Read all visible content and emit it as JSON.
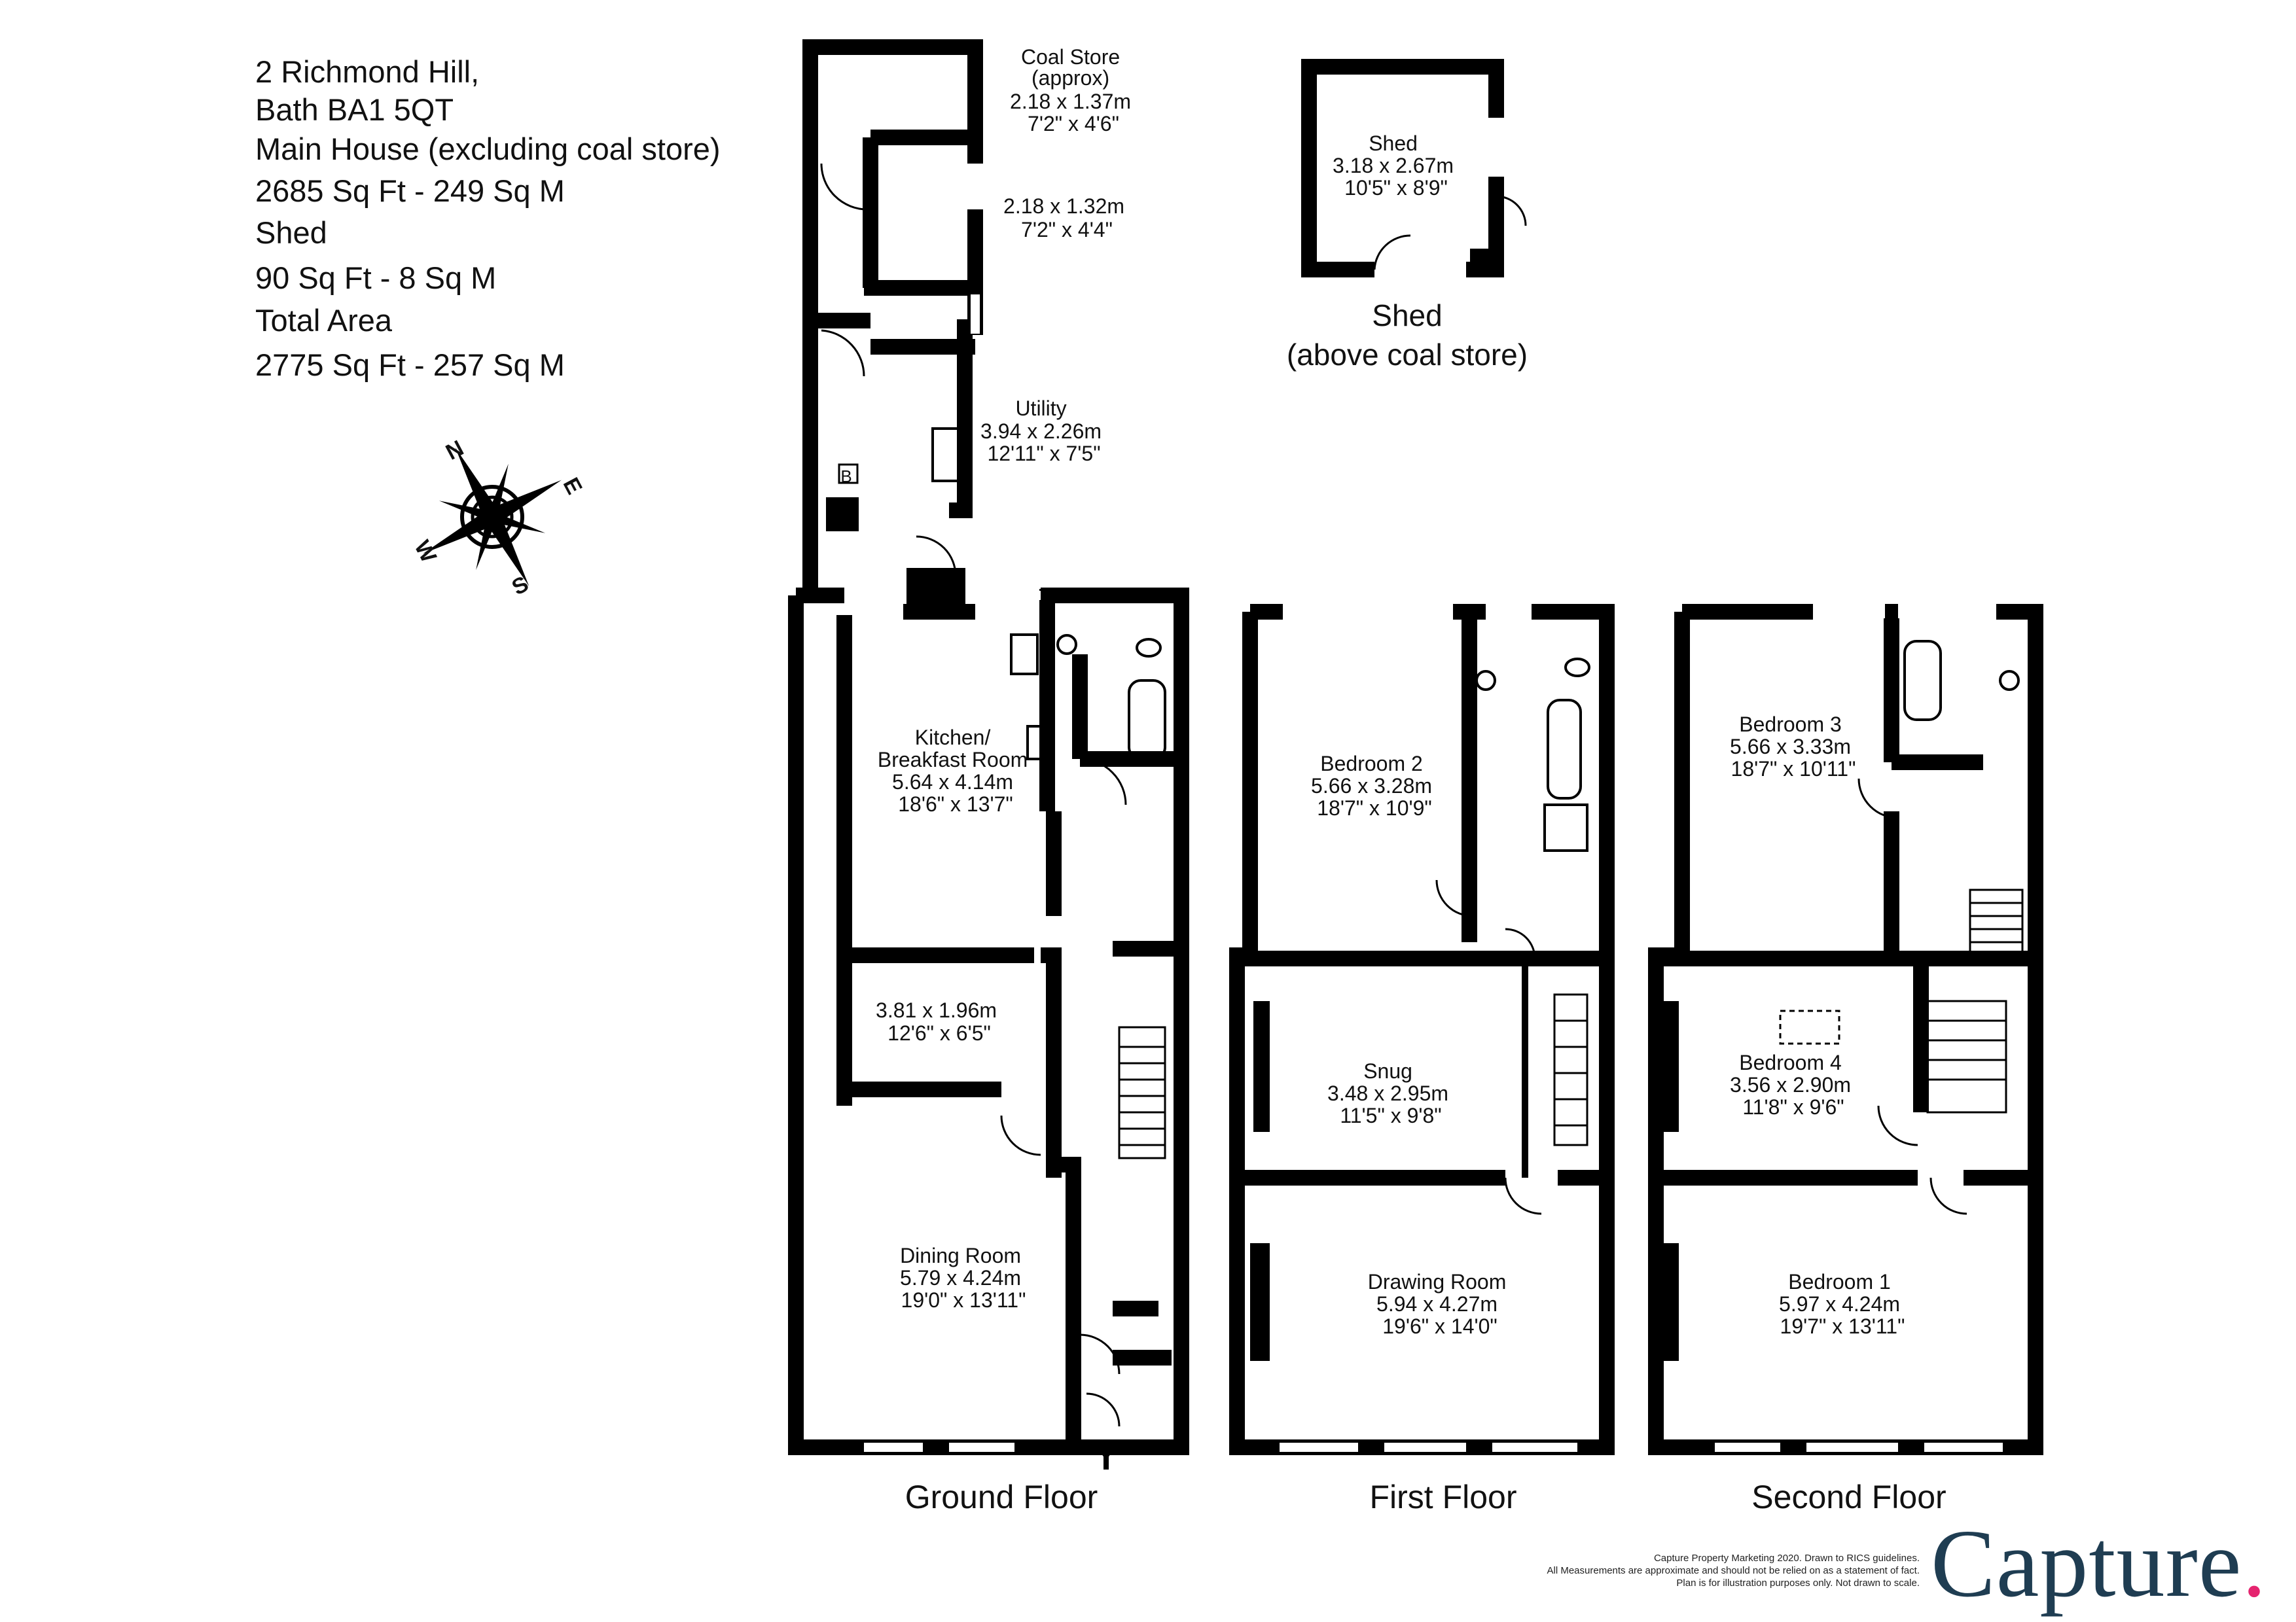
{
  "header": {
    "address_line1": "2 Richmond Hill,",
    "address_line2": "Bath BA1 5QT",
    "main_label": "Main House (excluding coal store)",
    "main_area": "2685 Sq Ft  -  249 Sq M",
    "shed_label": "Shed",
    "shed_area": "90 Sq Ft  -  8 Sq M",
    "total_label": "Total Area",
    "total_area": "2775 Sq Ft  -  257 Sq M"
  },
  "compass": {
    "n": "N",
    "e": "E",
    "s": "S",
    "w": "W"
  },
  "ground_floor": {
    "title": "Ground Floor",
    "coal_store": [
      "Coal Store",
      "(approx)",
      "2.18 x 1.37m",
      "7'2\" x 4'6\""
    ],
    "store2": [
      "2.18 x 1.32m",
      "7'2\" x 4'4\""
    ],
    "utility": [
      "Utility",
      "3.94 x 2.26m",
      "12'11\" x 7'5\""
    ],
    "boiler": "B",
    "kitchen": [
      "Kitchen/",
      "Breakfast Room",
      "5.64 x 4.14m",
      "18'6\" x 13'7\""
    ],
    "small_room": [
      "3.81 x 1.96m",
      "12'6\" x 6'5\""
    ],
    "dining": [
      "Dining Room",
      "5.79 x 4.24m",
      "19'0\" x 13'11\""
    ]
  },
  "shed": {
    "room": [
      "Shed",
      "3.18 x 2.67m",
      "10'5\" x 8'9\""
    ],
    "title1": "Shed",
    "title2": "(above coal store)"
  },
  "first_floor": {
    "title": "First Floor",
    "bedroom2": [
      "Bedroom 2",
      "5.66 x 3.28m",
      "18'7\" x 10'9\""
    ],
    "snug": [
      "Snug",
      "3.48 x 2.95m",
      "11'5\" x 9'8\""
    ],
    "drawing": [
      "Drawing Room",
      "5.94 x 4.27m",
      "19'6\" x 14'0\""
    ]
  },
  "second_floor": {
    "title": "Second Floor",
    "bedroom3": [
      "Bedroom 3",
      "5.66 x 3.33m",
      "18'7\" x 10'11\""
    ],
    "bedroom4": [
      "Bedroom 4",
      "3.56 x 2.90m",
      "11'8\" x 9'6\""
    ],
    "bedroom1": [
      "Bedroom  1",
      "5.97 x 4.24m",
      "19'7\" x 13'11\""
    ]
  },
  "footer": {
    "line1": "Capture Property Marketing 2020. Drawn to RICS guidelines.",
    "line2": "All Measurements are approximate and should not be relied on as a statement of fact.",
    "line3": "Plan is for illustration purposes only. Not drawn to scale.",
    "brand": "Capture",
    "brand_dot": "."
  },
  "colors": {
    "wall": "#000000",
    "brand": "#1f3d52",
    "brand_dot": "#e5246f"
  }
}
